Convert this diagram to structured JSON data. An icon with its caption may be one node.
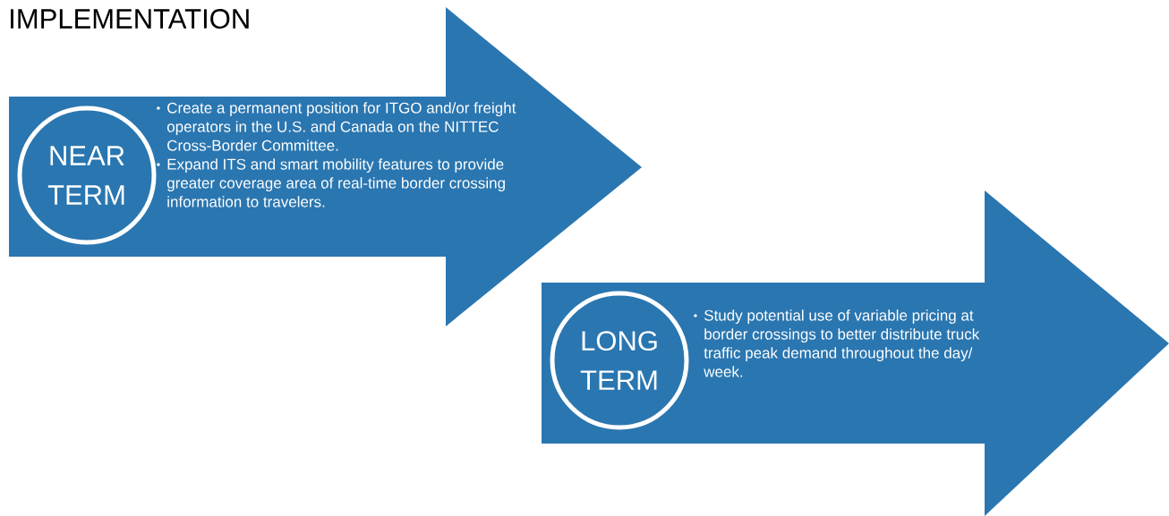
{
  "diagram": {
    "title": "IMPLEMENTATION",
    "nodes": [
      {
        "text": [
          "Create a permanent position for ITGO and/or freight operators in the U.S. and Canada on the NITTEC Cross-Border Committee.",
          "Expand ITS and smart mobility features to provide greater coverage area of real-time border crossing information to travelers."
        ]
      },
      {
        "text": [
          "NEAR TERM"
        ],
        "in": 0
      },
      {
        "text": [
          "Study potential use of variable pricing at border crossings to better distribute truck traffic peak demand throughout the day/ week."
        ]
      },
      {
        "text": [
          "LONG TERM"
        ],
        "in": 2
      }
    ]
  }
}
